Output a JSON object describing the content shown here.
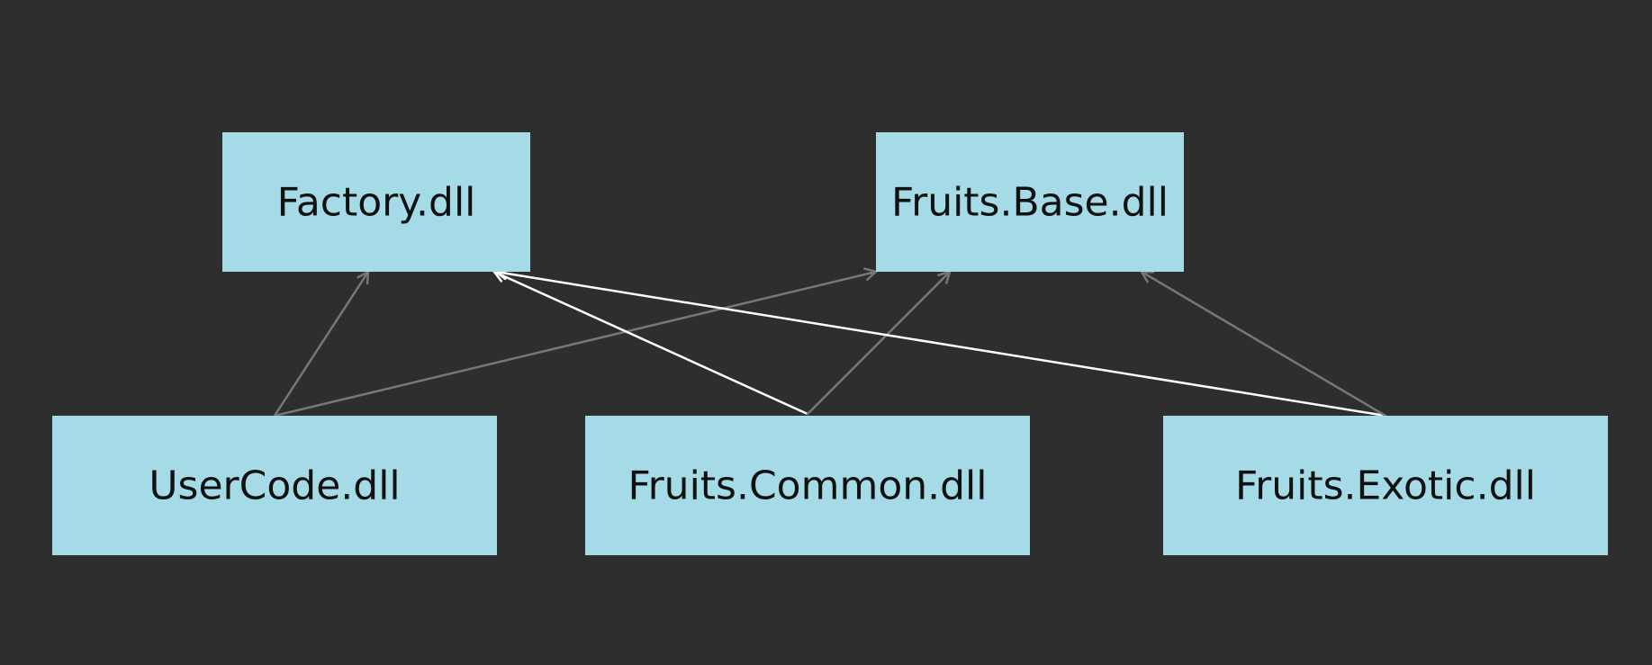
{
  "colors": {
    "background": "#2e2e2e",
    "node_fill": "#a4dbe6",
    "node_text": "#111111",
    "edge_muted": "#777777",
    "edge_highlight": "#ffffff"
  },
  "nodes": {
    "factory": {
      "label": "Factory.dll"
    },
    "fruits_base": {
      "label": "Fruits.Base.dll"
    },
    "user_code": {
      "label": "UserCode.dll"
    },
    "fruits_common": {
      "label": "Fruits.Common.dll"
    },
    "fruits_exotic": {
      "label": "Fruits.Exotic.dll"
    }
  },
  "edges": [
    {
      "from": "user_code",
      "to": "factory",
      "style": "muted"
    },
    {
      "from": "user_code",
      "to": "fruits_base",
      "style": "muted"
    },
    {
      "from": "fruits_common",
      "to": "factory",
      "style": "highlight"
    },
    {
      "from": "fruits_common",
      "to": "fruits_base",
      "style": "muted"
    },
    {
      "from": "fruits_exotic",
      "to": "factory",
      "style": "highlight"
    },
    {
      "from": "fruits_exotic",
      "to": "fruits_base",
      "style": "muted"
    }
  ]
}
